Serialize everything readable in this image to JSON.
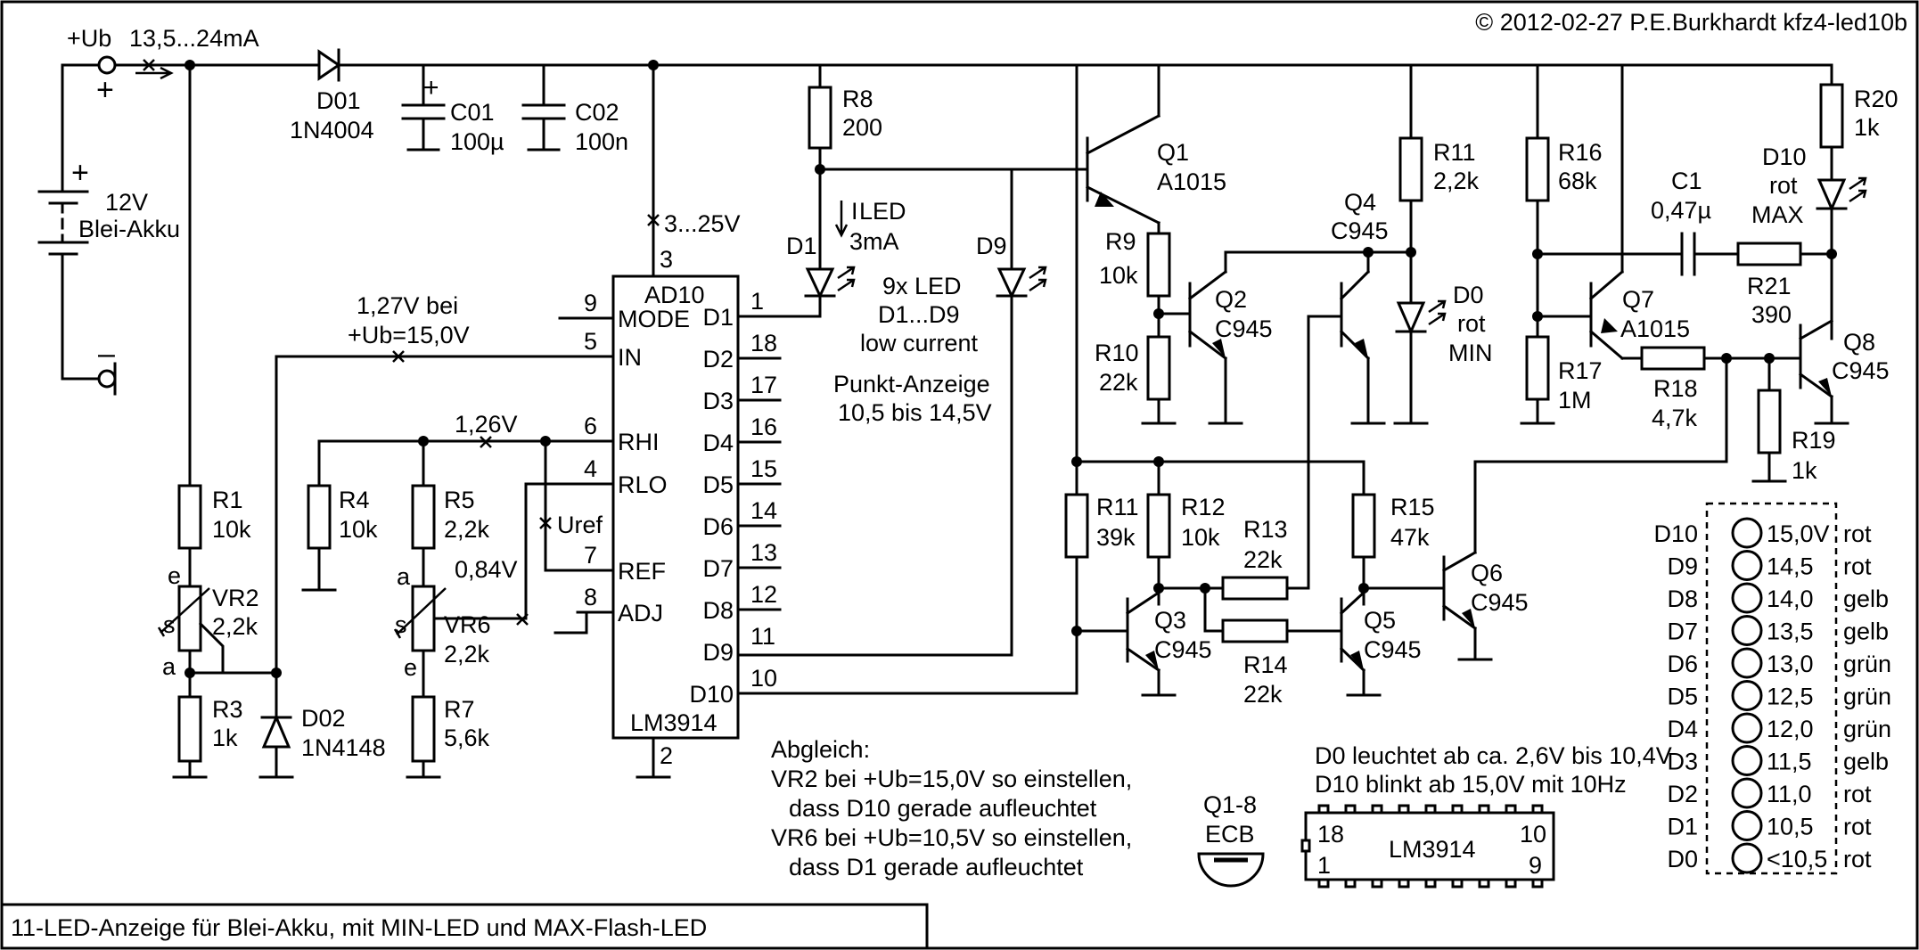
{
  "copyright": "© 2012-02-27 P.E.Burkhardt kfz4-led10b",
  "caption": "11-LED-Anzeige für Blei-Akku, mit MIN-LED und MAX-Flash-LED",
  "supply": {
    "label": "+Ub",
    "current": "13,5...24mA",
    "plus": "+",
    "minus": "–"
  },
  "battery": {
    "voltage": "12V",
    "type": "Blei-Akku",
    "plus": "+"
  },
  "components": {
    "d01": [
      "D01",
      "1N4004"
    ],
    "c01": [
      "C01",
      "100µ"
    ],
    "c02": [
      "C02",
      "100n"
    ],
    "r8": [
      "R8",
      "200"
    ],
    "q1": [
      "Q1",
      "A1015"
    ],
    "r11a": [
      "R11",
      "2,2k"
    ],
    "r16": [
      "R16",
      "68k"
    ],
    "r20": [
      "R20",
      "1k"
    ],
    "d10": [
      "D10",
      "rot",
      "MAX"
    ],
    "c1": [
      "C1",
      "0,47µ"
    ],
    "r21": [
      "R21",
      "390"
    ],
    "q4": [
      "Q4",
      "C945"
    ],
    "r9": [
      "R9",
      "10k"
    ],
    "q2": [
      "Q2",
      "C945"
    ],
    "r10": [
      "R10",
      "22k"
    ],
    "d0": [
      "D0",
      "rot",
      "MIN"
    ],
    "q7": [
      "Q7",
      "A1015"
    ],
    "r17": [
      "R17",
      "1M"
    ],
    "r18": [
      "R18",
      "4,7k"
    ],
    "q8": [
      "Q8",
      "C945"
    ],
    "r19": [
      "R19",
      "1k"
    ],
    "r1": [
      "R1",
      "10k"
    ],
    "vr2": [
      "VR2",
      "2,2k"
    ],
    "r3": [
      "R3",
      "1k"
    ],
    "d02": [
      "D02",
      "1N4148"
    ],
    "r4": [
      "R4",
      "10k"
    ],
    "r5": [
      "R5",
      "2,2k"
    ],
    "vr6": [
      "VR6",
      "2,2k"
    ],
    "r7": [
      "R7",
      "5,6k"
    ],
    "r11b": [
      "R11",
      "39k"
    ],
    "r12": [
      "R12",
      "10k"
    ],
    "r13": [
      "R13",
      "22k"
    ],
    "r14": [
      "R14",
      "22k"
    ],
    "r15": [
      "R15",
      "47k"
    ],
    "q3": [
      "Q3",
      "C945"
    ],
    "q5": [
      "Q5",
      "C945"
    ],
    "q6": [
      "Q6",
      "C945"
    ],
    "d1": "D1",
    "d9": "D9"
  },
  "pot_pins": {
    "e": "e",
    "s": "s",
    "a": "a"
  },
  "ic": {
    "name": "AD10",
    "type": "LM3914",
    "left_pins": [
      [
        "9",
        "MODE"
      ],
      [
        "5",
        "IN"
      ],
      [
        "6",
        "RHI"
      ],
      [
        "4",
        "RLO"
      ],
      [
        "7",
        "REF"
      ],
      [
        "8",
        "ADJ"
      ]
    ],
    "right_pins": [
      [
        "1",
        "D1"
      ],
      [
        "18",
        "D2"
      ],
      [
        "17",
        "D3"
      ],
      [
        "16",
        "D4"
      ],
      [
        "15",
        "D5"
      ],
      [
        "14",
        "D6"
      ],
      [
        "13",
        "D7"
      ],
      [
        "12",
        "D8"
      ],
      [
        "11",
        "D9"
      ],
      [
        "10",
        "D10"
      ]
    ],
    "top_pin": "3",
    "bottom_pin": "2"
  },
  "annotations": {
    "v_supply": "3...25V",
    "vin1": "1,27V bei",
    "vin2": "+Ub=15,0V",
    "vrhi": "1,26V",
    "vrlo": "0,84V",
    "uref": "Uref",
    "iled_i": "I",
    "iled_sub": "LED",
    "iled_val": "3mA",
    "led_info": [
      "9x LED",
      "D1...D9",
      "low current"
    ],
    "point_mode": [
      "Punkt-Anzeige",
      "10,5 bis 14,5V"
    ]
  },
  "calibration": [
    "Abgleich:",
    "VR2 bei +Ub=15,0V so einstellen,",
    "dass D10 gerade aufleuchtet",
    "VR6 bei +Ub=10,5V so einstellen,",
    "dass D1 gerade aufleuchtet"
  ],
  "notes": [
    "D0 leuchtet ab ca. 2,6V bis 10,4V",
    "D10 blinkt ab 15,0V mit 10Hz"
  ],
  "pinout": {
    "label": "Q1-8",
    "pins": "ECB"
  },
  "ic_outline": {
    "name": "LM3914",
    "p18": "18",
    "p10": "10",
    "p1": "1",
    "p9": "9"
  },
  "led_table": [
    [
      "D10",
      "15,0V",
      "rot"
    ],
    [
      "D9",
      "14,5",
      "rot"
    ],
    [
      "D8",
      "14,0",
      "gelb"
    ],
    [
      "D7",
      "13,5",
      "gelb"
    ],
    [
      "D6",
      "13,0",
      "grün"
    ],
    [
      "D5",
      "12,5",
      "grün"
    ],
    [
      "D4",
      "12,0",
      "grün"
    ],
    [
      "D3",
      "11,5",
      "gelb"
    ],
    [
      "D2",
      "11,0",
      "rot"
    ],
    [
      "D1",
      "10,5",
      "rot"
    ],
    [
      "D0",
      "<10,5",
      "rot"
    ]
  ]
}
